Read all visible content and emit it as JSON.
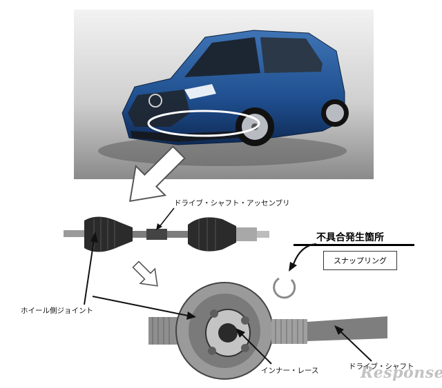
{
  "labels": {
    "assembly": "ドライブ・シャフト・アッセンブリ",
    "defect_location": "不具合発生箇所",
    "snap_ring": "スナップリング",
    "wheel_joint": "ホイール側ジョイント",
    "inner_race": "インナー・レース",
    "drive_shaft": "ドライブ・シャフト"
  },
  "watermark": "Response.",
  "colors": {
    "car_body": "#1f4f8f",
    "metal": "#9a9a9a",
    "rubber_boot": "#2b2b2b",
    "arrow_outline": "#555555"
  }
}
